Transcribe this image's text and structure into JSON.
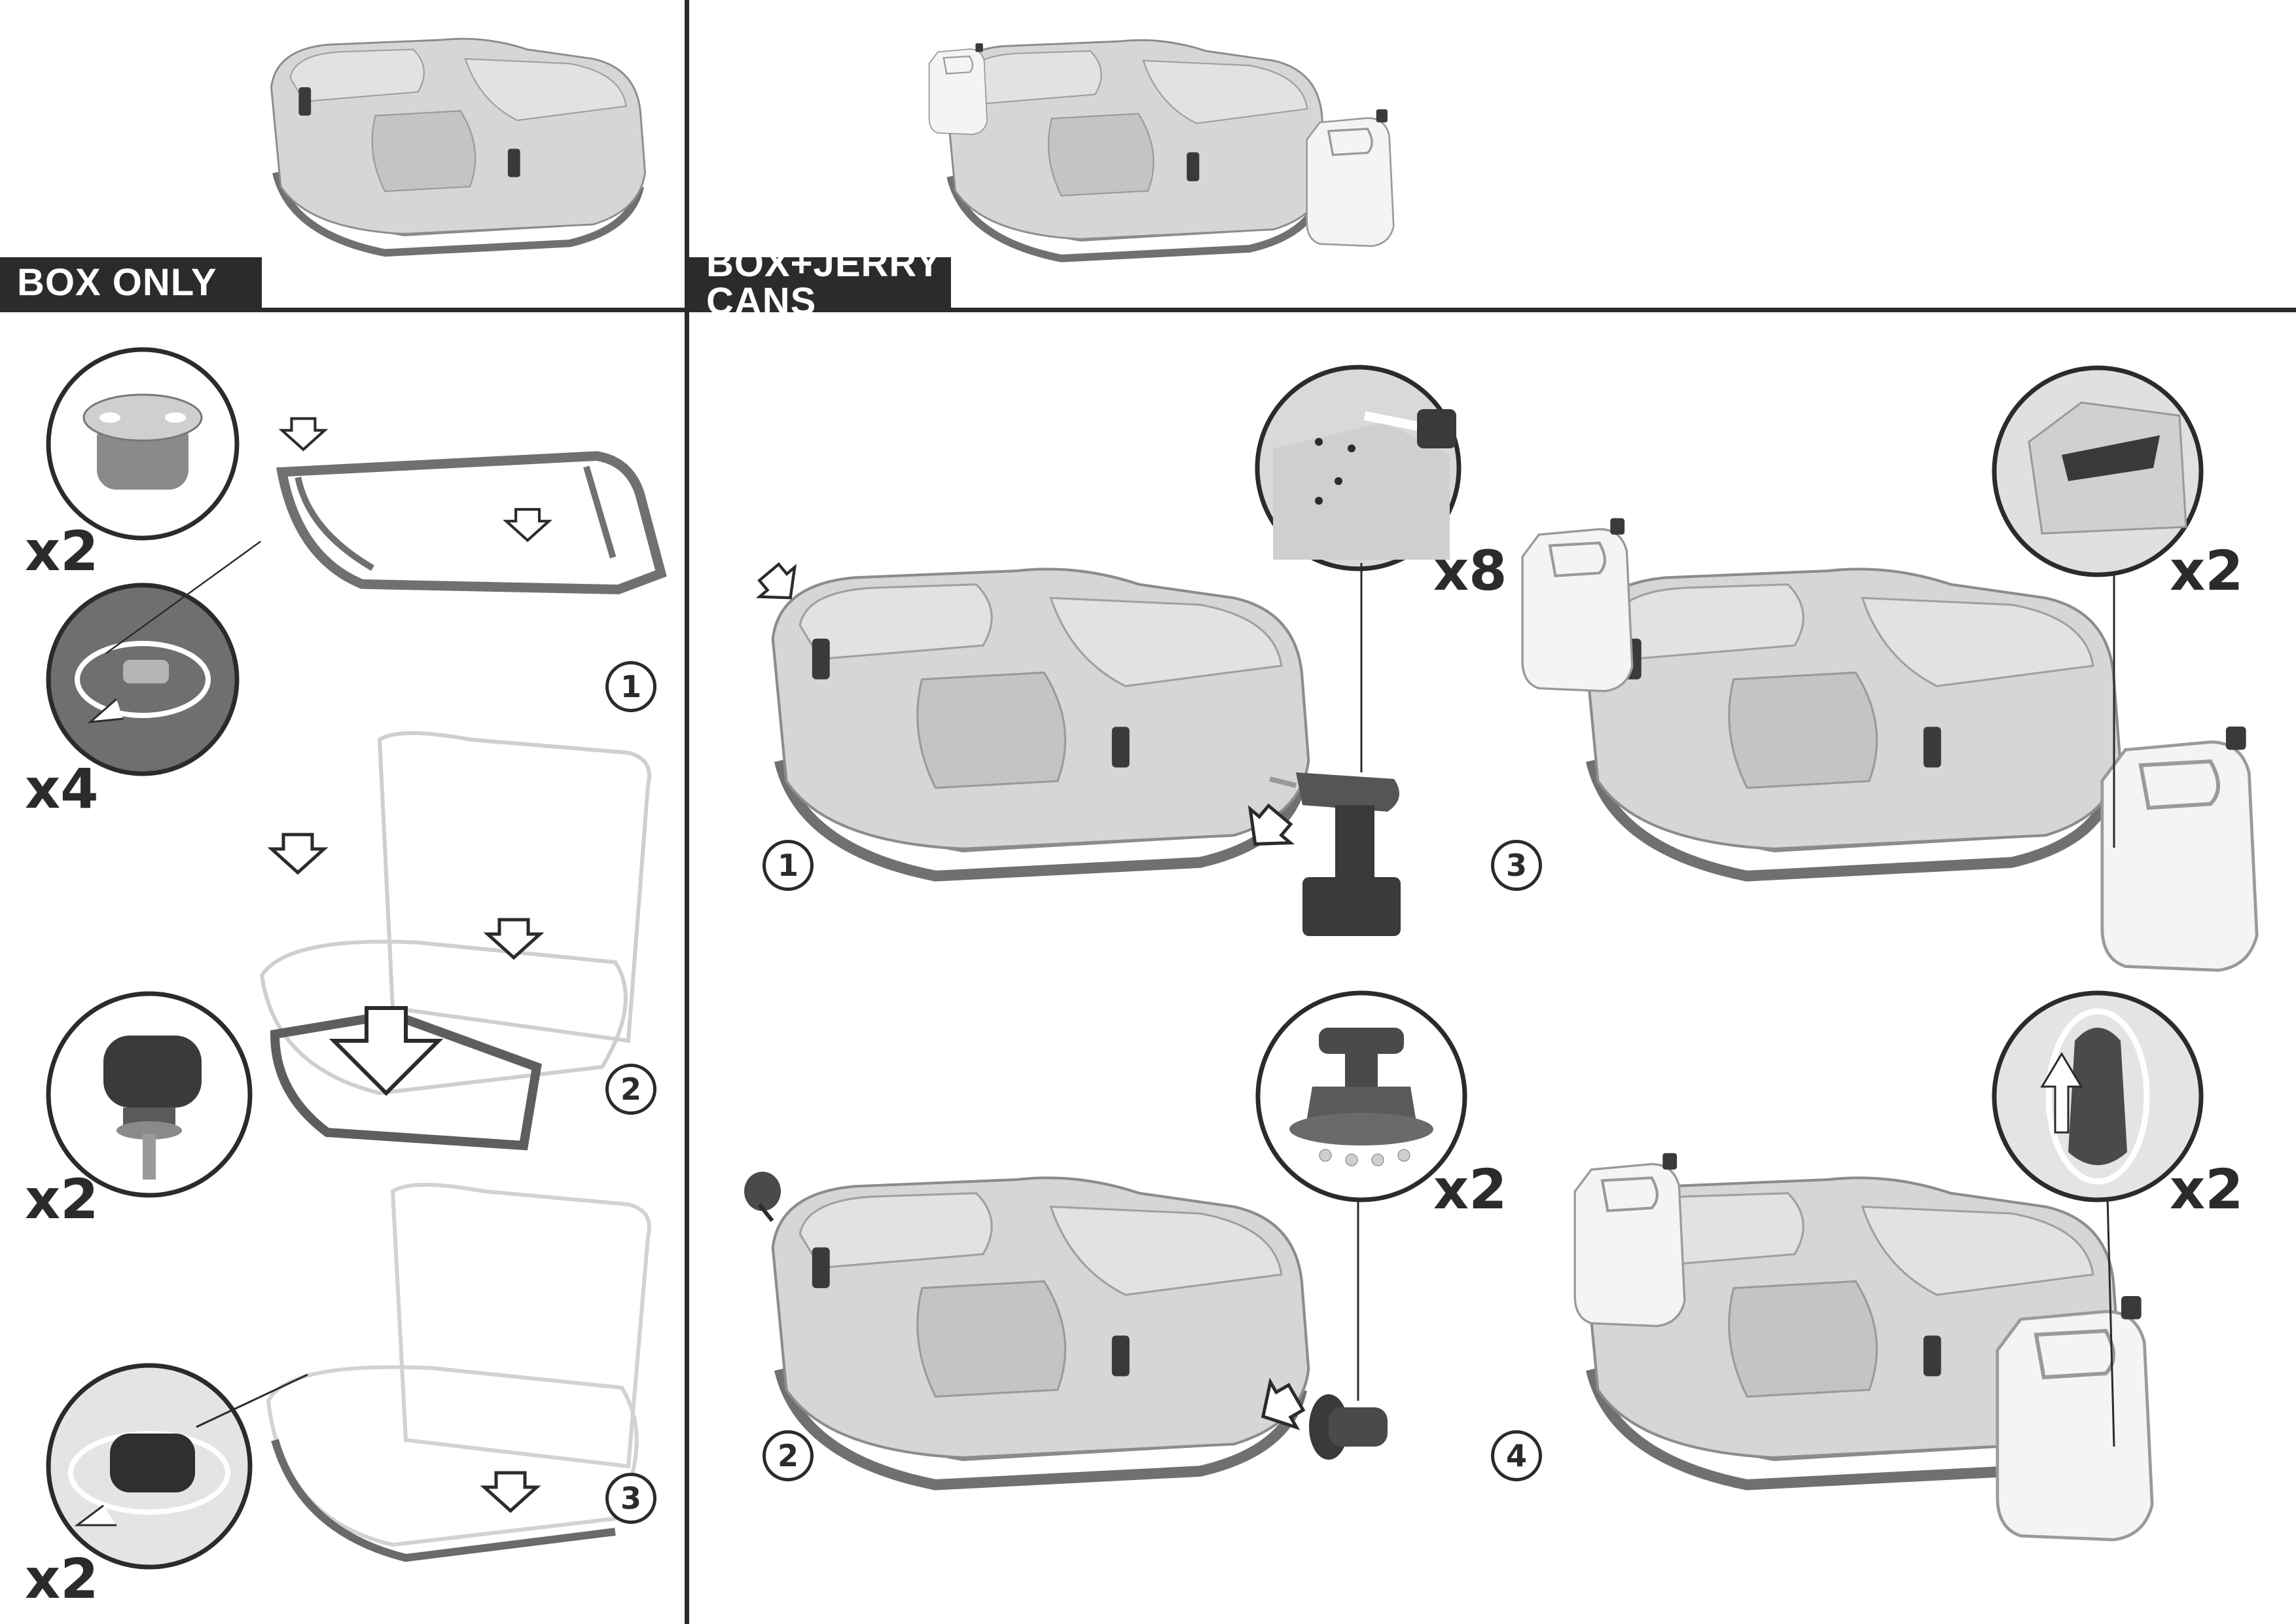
{
  "sections": {
    "box_only_label": "BOX ONLY",
    "box_jerry_label": "BOX+JERRY CANS"
  },
  "left_steps": [
    {
      "number": "1",
      "detail_quantities": [
        "x2",
        "x4"
      ]
    },
    {
      "number": "2",
      "detail_quantities": [
        "x2"
      ]
    },
    {
      "number": "3",
      "detail_quantities": [
        "x2"
      ]
    }
  ],
  "right_steps": [
    {
      "number": "1",
      "detail_quantity": "x8"
    },
    {
      "number": "2",
      "detail_quantity": "x2"
    },
    {
      "number": "3",
      "detail_quantity": "x2"
    },
    {
      "number": "4",
      "detail_quantity": "x2"
    }
  ],
  "colors": {
    "ink": "#2b2b2b",
    "box_gray": "#d6d6d6",
    "frame_gray": "#707070",
    "jerry_white": "#f4f4f4"
  }
}
